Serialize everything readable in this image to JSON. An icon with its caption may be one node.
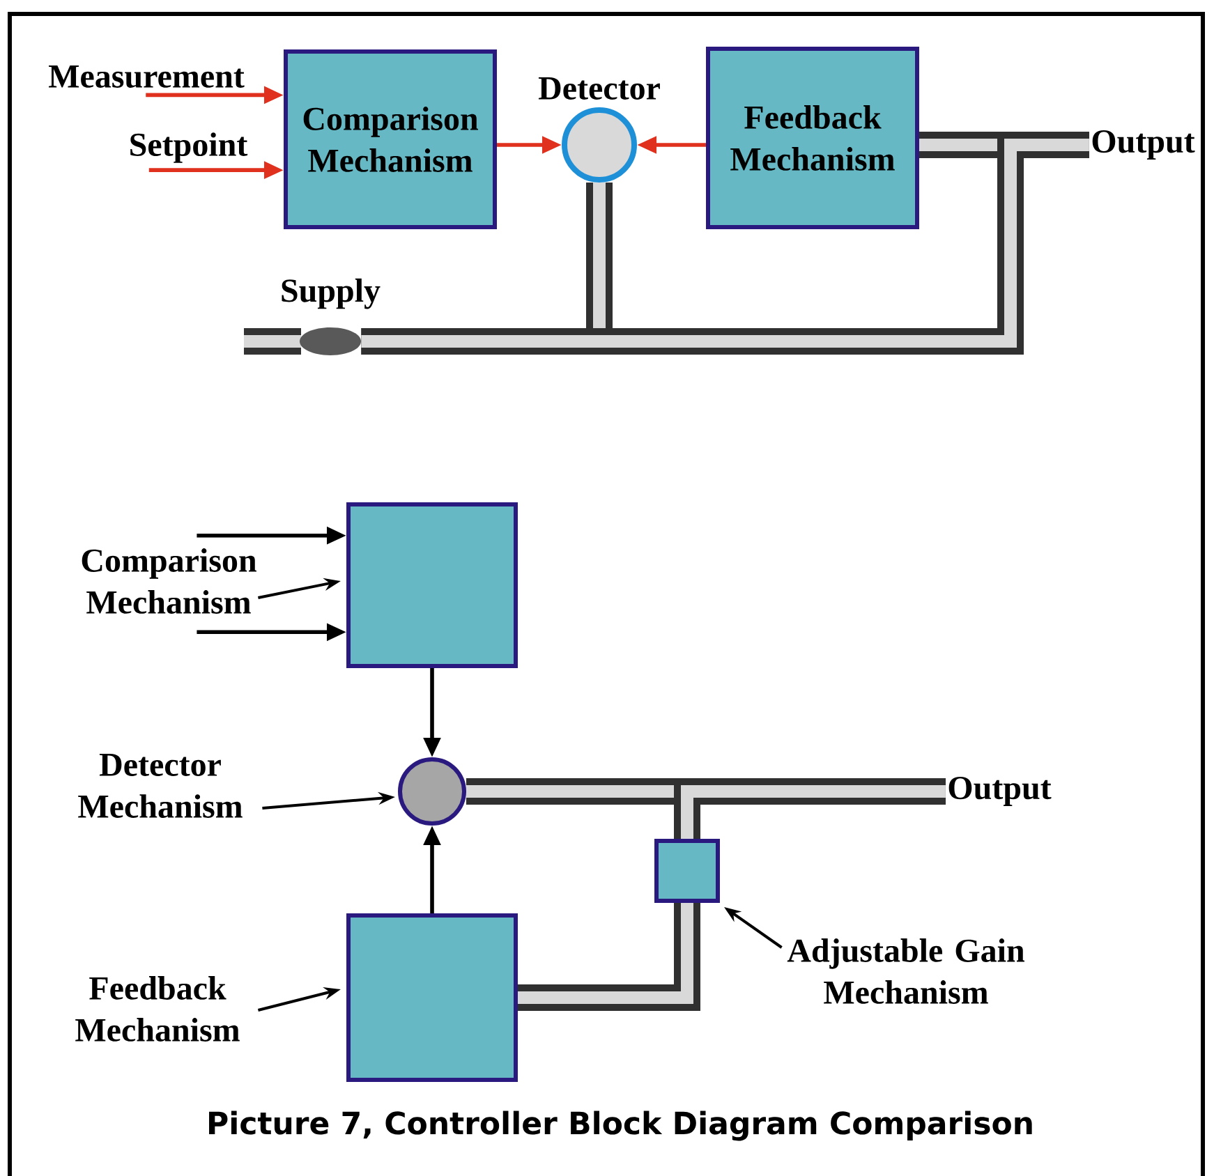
{
  "diagram": {
    "caption": "Picture 7, Controller Block Diagram Comparison",
    "nodes": [
      {
        "text": [
          "Comparison Mechanism"
        ]
      },
      {
        "text": [
          "Detector"
        ]
      },
      {
        "text": [
          "Feedback Mechanism"
        ]
      },
      {
        "text": [
          "Measurement"
        ]
      },
      {
        "text": [
          "Setpoint"
        ]
      },
      {
        "text": [
          "Output"
        ]
      },
      {
        "text": [
          "Comparison Mechanism"
        ]
      },
      {
        "text": [],
        "shape": "box"
      },
      {
        "text": [
          "Detector Mechanism"
        ]
      },
      {
        "text": [],
        "shape": "circle"
      },
      {
        "text": [
          "Feedback Mechanism"
        ]
      },
      {
        "text": [],
        "shape": "box"
      },
      {
        "text": [],
        "shape": "box"
      },
      {
        "text": [
          "Adjustable Gain Mechanism"
        ]
      },
      {
        "text": [
          "Output"
        ]
      },
      {
        "text": [],
        "shape": "ellipse",
        "beside": [
          "Supply"
        ]
      }
    ],
    "edges": [
      {
        "from": 3,
        "to": 0,
        "arrow": "to",
        "color": "#e0301e"
      },
      {
        "from": 4,
        "to": 0,
        "arrow": "to",
        "color": "#e0301e"
      },
      {
        "from": 0,
        "to": 1,
        "arrow": "to",
        "color": "#e0301e"
      },
      {
        "from": 2,
        "to": 1,
        "arrow": "to",
        "color": "#e0301e"
      },
      {
        "from": 2,
        "to": 5,
        "arrow": "none",
        "style": "thick",
        "color": "#303030"
      },
      {
        "from": 6,
        "to": 7,
        "arrow": "to"
      },
      {
        "from": 6,
        "to": 7,
        "arrow": "to"
      },
      {
        "from": 6,
        "to": 7,
        "arrow": "to"
      },
      {
        "from": 7,
        "to": 9,
        "arrow": "to"
      },
      {
        "from": 11,
        "to": 9,
        "arrow": "to"
      },
      {
        "from": 8,
        "to": 9,
        "arrow": "to"
      },
      {
        "from": 10,
        "to": 11,
        "arrow": "to"
      },
      {
        "from": 13,
        "to": 12,
        "arrow": "to"
      },
      {
        "from": 9,
        "to": 14,
        "arrow": "none",
        "style": "thick",
        "color": "#303030"
      },
      {
        "from": 11,
        "to": 12,
        "arrow": "none",
        "style": "thick",
        "color": "#303030"
      },
      {
        "from": 12,
        "to": 14,
        "arrow": "none",
        "style": "thick",
        "color": "#303030"
      },
      {
        "from": 15,
        "to": 1,
        "arrow": "none",
        "style": "thick",
        "color": "#303030"
      },
      {
        "from": 15,
        "to": 5,
        "arrow": "none",
        "style": "thick",
        "color": "#303030"
      }
    ]
  }
}
